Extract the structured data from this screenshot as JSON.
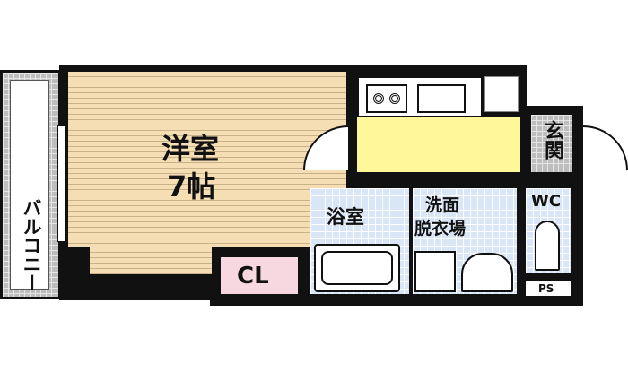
{
  "rooms": {
    "balcony": "バルコニー",
    "western_room": "洋室",
    "western_room_size": "7帖",
    "closet": "CL",
    "bathroom": "浴室",
    "washroom_line1": "洗面",
    "washroom_line2": "脱衣場",
    "entrance": "玄関",
    "toilet": "WC",
    "pipe_space": "PS"
  },
  "colors": {
    "kitchen": "#fff799",
    "room": "#f5deb3",
    "closet": "#f8d8e0",
    "wet_area": "#d9e6f7"
  }
}
